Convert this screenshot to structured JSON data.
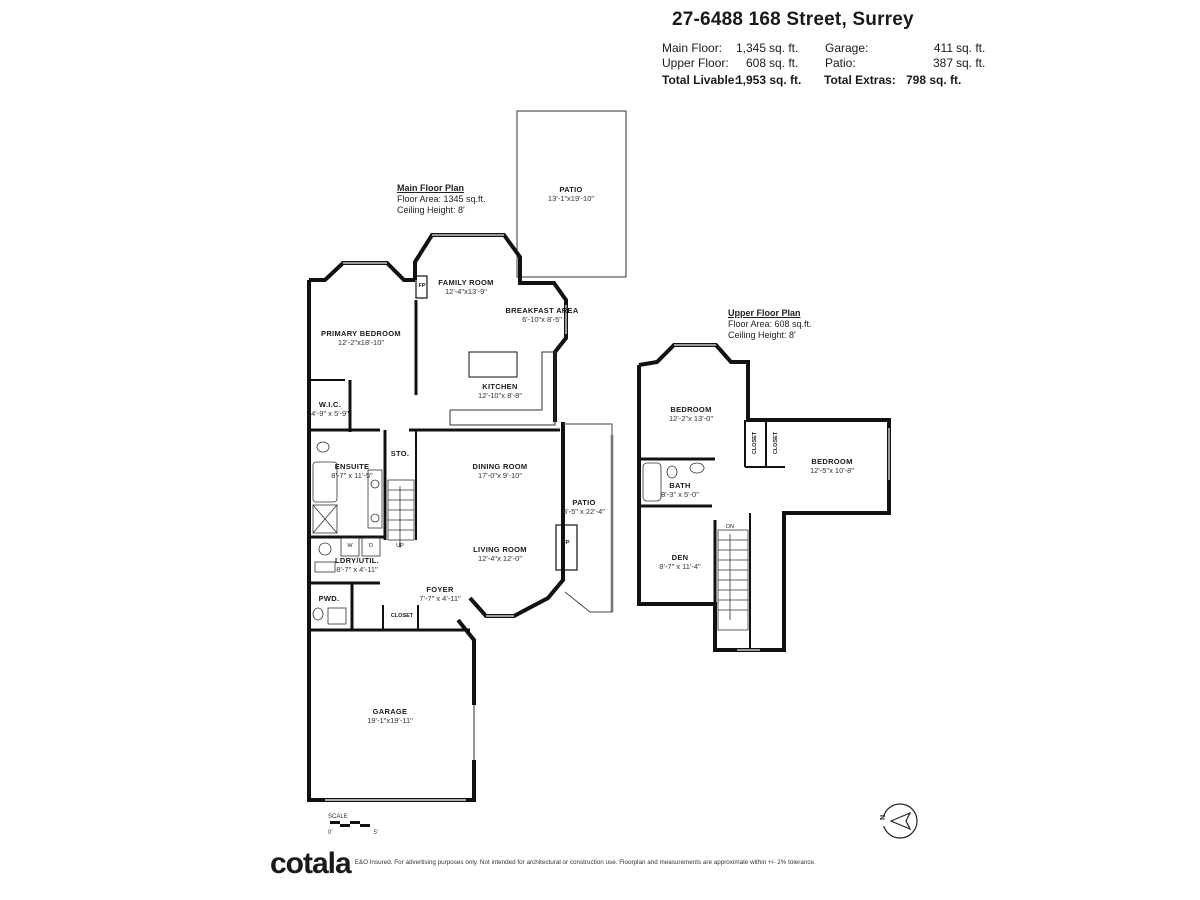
{
  "header": {
    "address": "27-6488 168 Street, Surrey",
    "stats": [
      {
        "label": "Main Floor:",
        "value": "1,345",
        "unit": "sq. ft.",
        "label2": "Garage:",
        "value2": "411",
        "unit2": "sq. ft."
      },
      {
        "label": "Upper Floor:",
        "value": "608",
        "unit": "sq. ft.",
        "label2": "Patio:",
        "value2": "387",
        "unit2": "sq. ft."
      }
    ],
    "totals": {
      "livable_label": "Total Livable:",
      "livable_value": "1,953 sq. ft.",
      "extras_label": "Total Extras:",
      "extras_value": "798 sq. ft."
    }
  },
  "main_floor": {
    "title": "Main Floor Plan",
    "area": "Floor Area: 1345 sq.ft.",
    "ceiling": "Ceiling Height: 8'",
    "rooms": [
      {
        "name": "PATIO",
        "dims": "13'-1\"x19'-10\""
      },
      {
        "name": "FAMILY ROOM",
        "dims": "12'-4\"x13'-9\""
      },
      {
        "name": "BREAKFAST AREA",
        "dims": "6'-10\"x 8'-5\""
      },
      {
        "name": "PRIMARY BEDROOM",
        "dims": "12'-2\"x18'-10\""
      },
      {
        "name": "KITCHEN",
        "dims": "12'-10\"x 8'-8\""
      },
      {
        "name": "W.I.C.",
        "dims": "4'-9\" x 5'-9\""
      },
      {
        "name": "STO.",
        "dims": ""
      },
      {
        "name": "ENSUITE",
        "dims": "8'-7\" x 11'-5\""
      },
      {
        "name": "DINING ROOM",
        "dims": "17'-0\"x 9'-10\""
      },
      {
        "name": "PATIO",
        "dims": "5'-5\" x 22'-4\""
      },
      {
        "name": "LIVING ROOM",
        "dims": "12'-4\"x 12'-0\""
      },
      {
        "name": "LDRY/UTIL.",
        "dims": "8'-7\" x 4'-11\""
      },
      {
        "name": "FOYER",
        "dims": "7'-7\" x 4'-11\""
      },
      {
        "name": "PWD.",
        "dims": ""
      },
      {
        "name": "CLOSET",
        "dims": ""
      },
      {
        "name": "GARAGE",
        "dims": "19'-1\"x19'-11\""
      }
    ],
    "labels": {
      "fp": "FP",
      "up": "UP",
      "washer": "W",
      "dryer": "D"
    }
  },
  "upper_floor": {
    "title": "Upper Floor Plan",
    "area": "Floor Area: 608 sq.ft.",
    "ceiling": "Ceiling Height: 8'",
    "rooms": [
      {
        "name": "BEDROOM",
        "dims": "12'-2\"x 13'-0\""
      },
      {
        "name": "BEDROOM",
        "dims": "12'-5\"x 10'-8\""
      },
      {
        "name": "BATH",
        "dims": "8'-3\" x 5'-0\""
      },
      {
        "name": "DEN",
        "dims": "8'-7\" x 11'-4\""
      },
      {
        "name": "CLOSET",
        "dims": ""
      },
      {
        "name": "CLOSET",
        "dims": ""
      }
    ],
    "labels": {
      "dn": "DN"
    }
  },
  "scale": {
    "label": "SCALE",
    "start": "0'",
    "end": "5'"
  },
  "compass": {
    "label": "N"
  },
  "footer": {
    "logo": "cotala",
    "disclaimer": "E&O Insured. For advertising purposes only. Not intended for architectural or construction use. Floorplan and measurements are approximate within +/- 2% tolerance."
  },
  "colors": {
    "wall": "#111111",
    "window": "#9a9a9a",
    "text": "#1a1a1a"
  }
}
